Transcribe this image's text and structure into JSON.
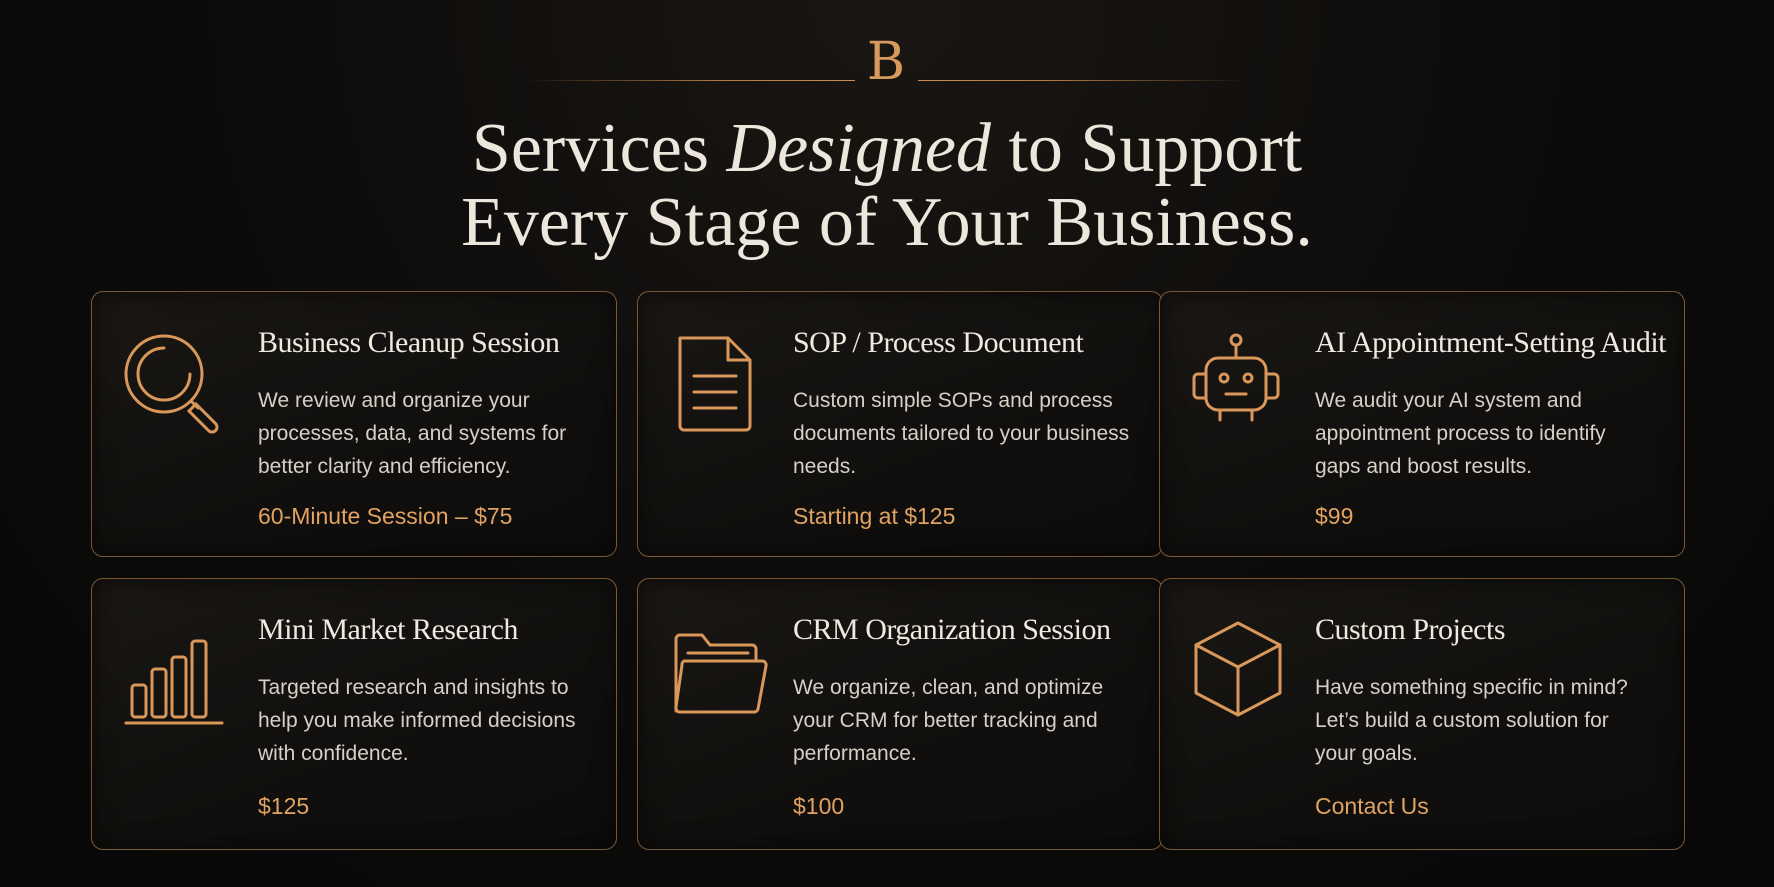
{
  "logo": {
    "letter": "B"
  },
  "heading": {
    "line1_pre": "Services ",
    "line1_em": "Designed",
    "line1_post": " to Support",
    "line2": "Every Stage of Your Business."
  },
  "accent_color": "#e1a262",
  "cards": [
    {
      "icon": "magnifying-glass-icon",
      "title": "Business Cleanup Session",
      "desc": "We review and organize your processes, data, and systems for better clarity and efficiency.",
      "price": "60-Minute Session – $75"
    },
    {
      "icon": "document-icon",
      "title": "SOP / Process Document",
      "desc": "Custom simple SOPs and process documents tailored to your business needs.",
      "price": "Starting at $125"
    },
    {
      "icon": "robot-icon",
      "title": "AI Appointment-Setting Audit",
      "desc": "We audit your AI system and appointment process to identify gaps and boost results.",
      "price": "$99"
    },
    {
      "icon": "bar-chart-icon",
      "title": "Mini Market Research",
      "desc": "Targeted research and insights to help you make informed decisions with confidence.",
      "price": "$125"
    },
    {
      "icon": "folder-icon",
      "title": "CRM Organization Session",
      "desc": "We organize, clean, and optimize your CRM for better tracking and performance.",
      "price": "$100"
    },
    {
      "icon": "cube-icon",
      "title": "Custom Projects",
      "desc": "Have something specific in mind? Let’s build a custom solution for your goals.",
      "price": "Contact Us"
    }
  ]
}
